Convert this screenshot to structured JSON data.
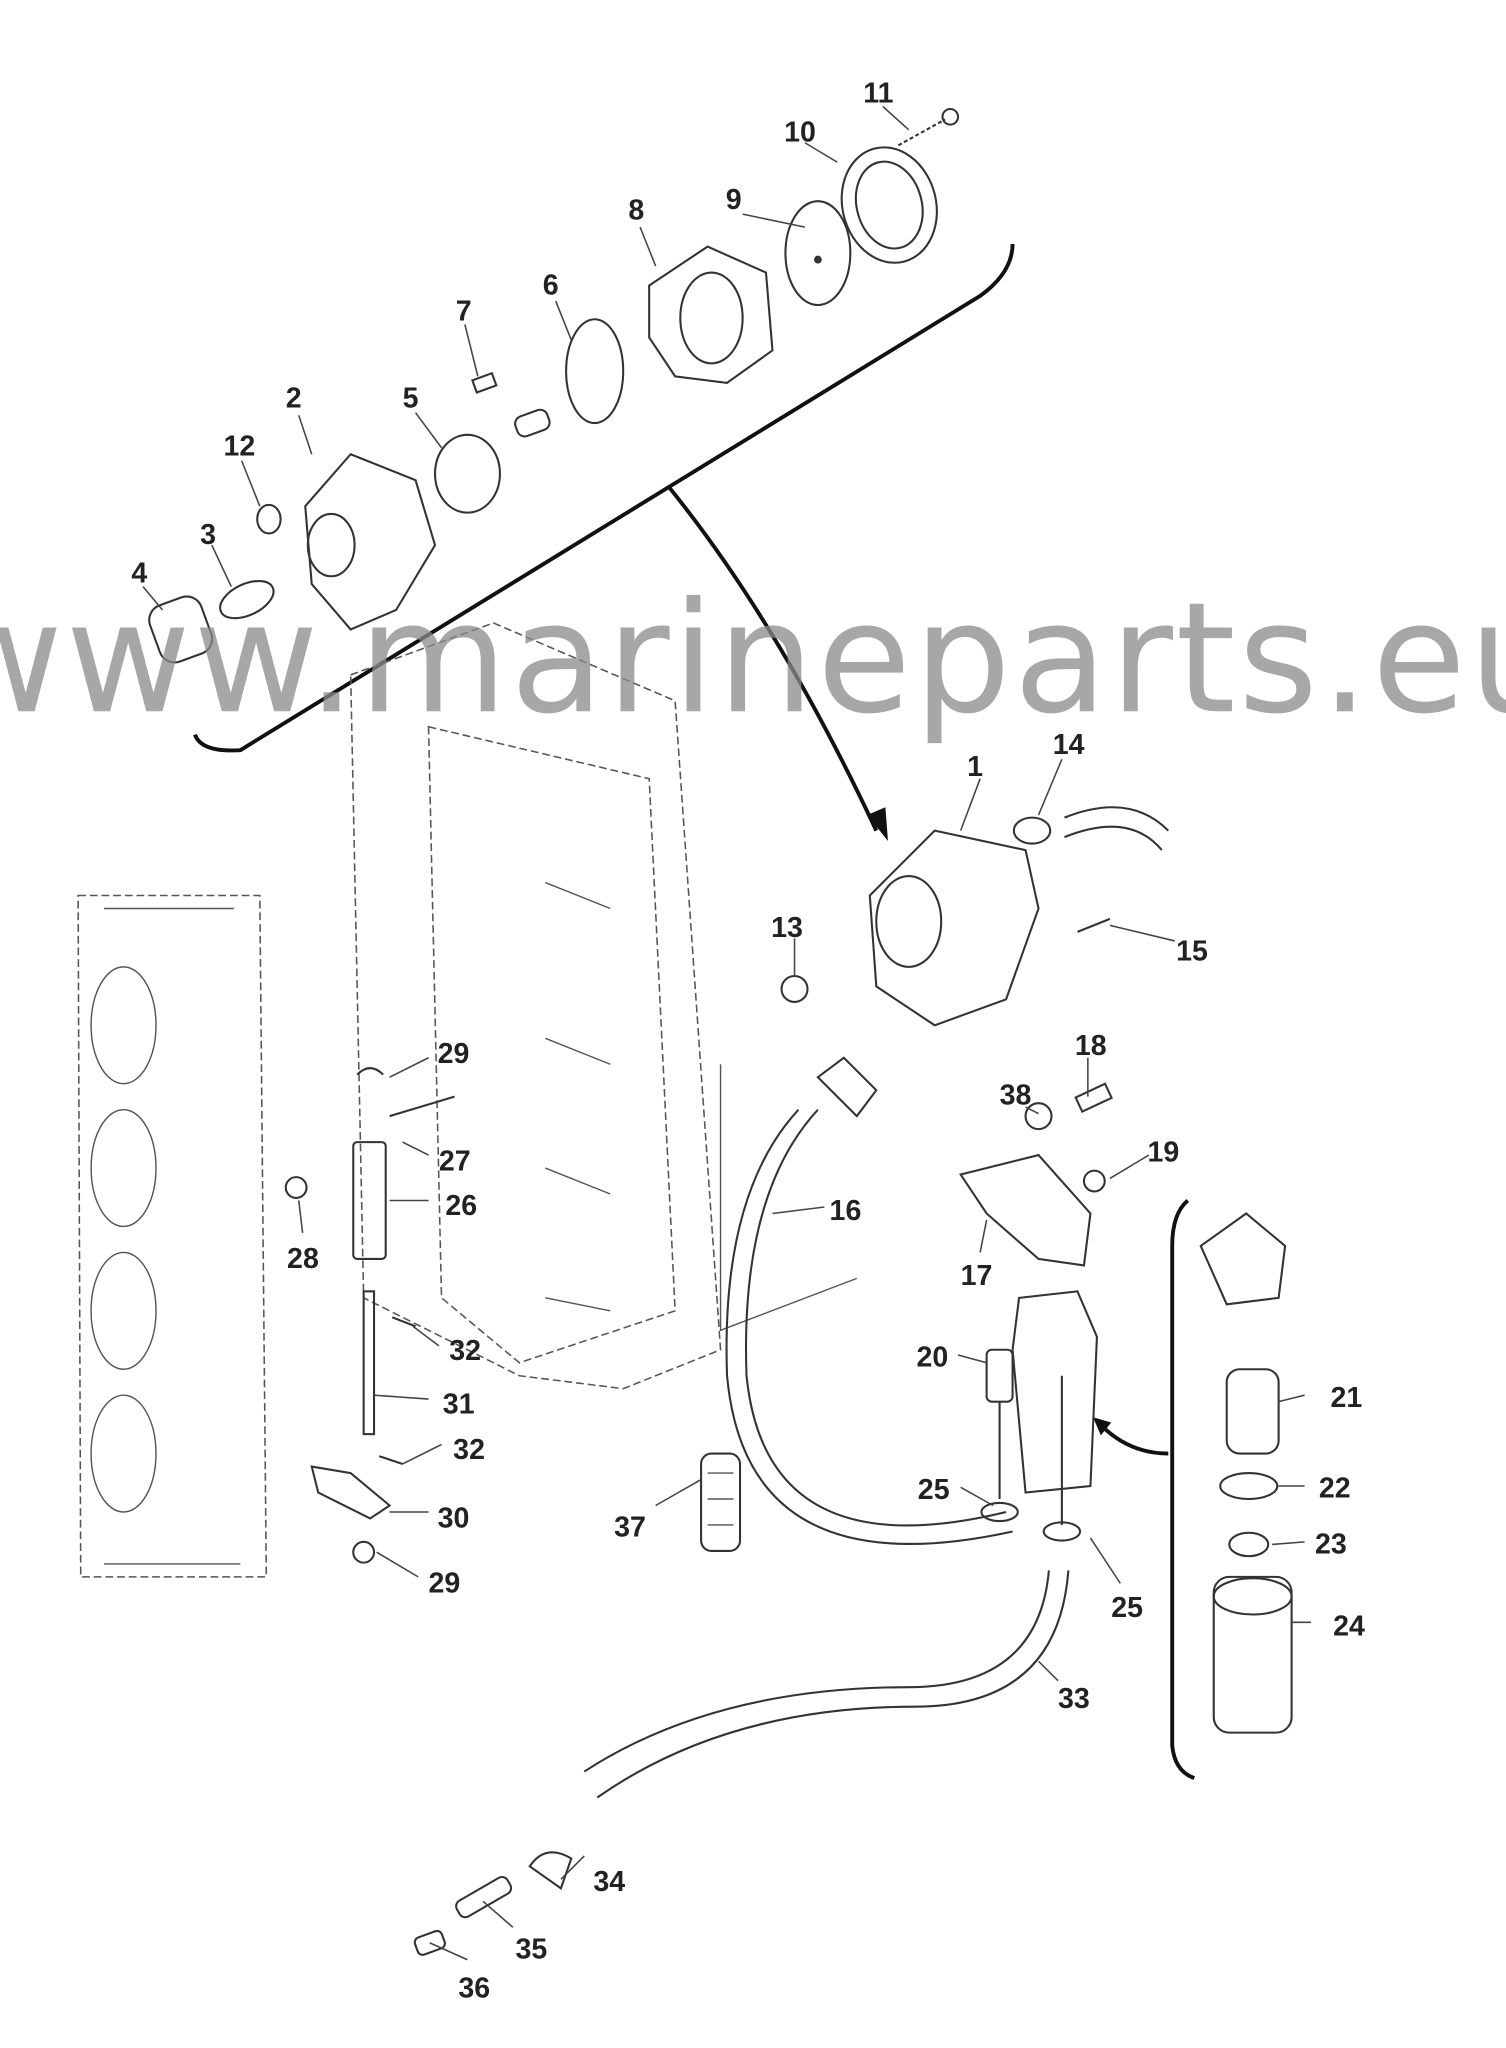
{
  "watermark": "www.marineparts.eu",
  "callouts": [
    "1",
    "2",
    "3",
    "4",
    "5",
    "6",
    "7",
    "8",
    "9",
    "10",
    "11",
    "12",
    "13",
    "14",
    "15",
    "16",
    "17",
    "18",
    "19",
    "20",
    "21",
    "22",
    "23",
    "24",
    "25",
    "25",
    "26",
    "27",
    "28",
    "29",
    "29",
    "30",
    "31",
    "32",
    "32",
    "33",
    "34",
    "35",
    "36",
    "37",
    "38"
  ],
  "colors": {
    "line": "#333333",
    "watermark": "#8a8a8a"
  }
}
